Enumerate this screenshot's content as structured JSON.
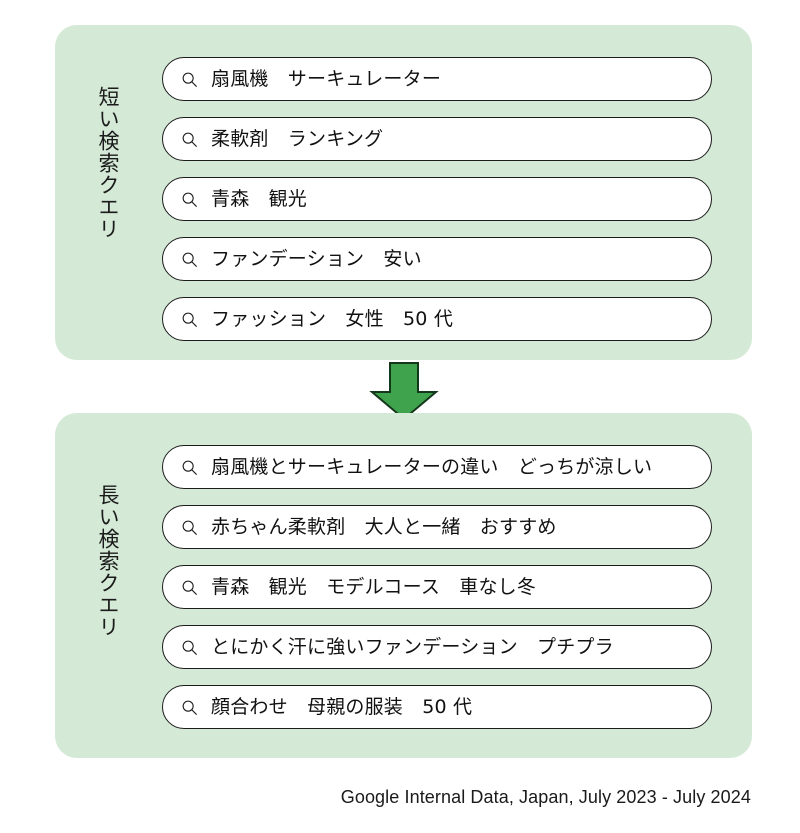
{
  "figure": {
    "icons": {
      "search": "search-icon",
      "arrow": "arrow-down-icon"
    },
    "colors": {
      "panel_background": "#d4e9d6",
      "arrow_fill": "#3fa34d",
      "arrow_stroke": "#14381c",
      "pill_background": "#ffffff",
      "pill_border": "#1c1c1c",
      "text": "#111111",
      "page_background": "#ffffff"
    },
    "sections": [
      {
        "id": "short-queries",
        "label": "短い検索クエリ",
        "queries": [
          "扇風機　サーキュレーター",
          "柔軟剤　ランキング",
          "青森　観光",
          "ファンデーション　安い",
          "ファッション　女性　50 代"
        ]
      },
      {
        "id": "long-queries",
        "label": "長い検索クエリ",
        "queries": [
          "扇風機とサーキュレーターの違い　どっちが涼しい",
          "赤ちゃん柔軟剤　大人と一緒　おすすめ",
          "青森　観光　モデルコース　車なし冬",
          "とにかく汗に強いファンデーション　プチプラ",
          "顔合わせ　母親の服装　50 代"
        ]
      }
    ],
    "source_note": "Google Internal Data, Japan, July 2023 - July 2024"
  }
}
